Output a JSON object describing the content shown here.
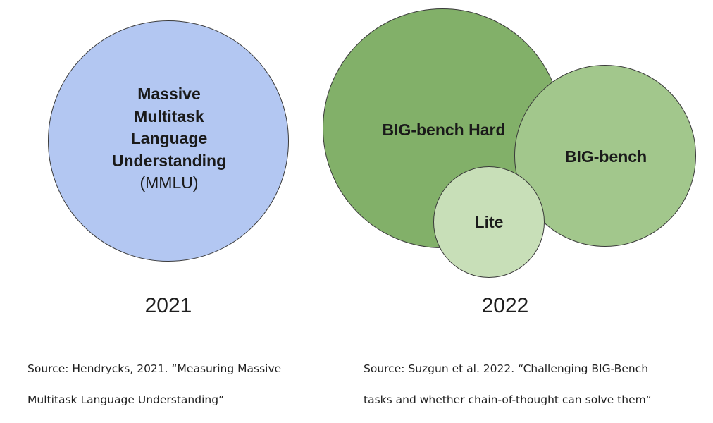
{
  "left": {
    "circle": {
      "title_lines": [
        "Massive",
        "Multitask",
        "Language",
        "Understanding"
      ],
      "abbr": "(MMLU)"
    },
    "year": "2021",
    "source_lines": [
      "Source: Hendrycks, 2021. “Measuring Massive",
      "Multitask Language Understanding”"
    ]
  },
  "right": {
    "circles": {
      "big_bench_hard": "BIG-bench Hard",
      "big_bench": "BIG-bench",
      "lite": "Lite"
    },
    "year": "2022",
    "source_lines": [
      "Source: Suzgun et al. 2022. “Challenging BIG-Bench",
      "tasks and whether chain-of-thought can solve them“"
    ]
  },
  "colors": {
    "mmlu_fill": "#b3c7f2",
    "bbh_fill": "#82b069",
    "bb_fill": "#a2c78c",
    "lite_fill": "#c8dfb8"
  }
}
